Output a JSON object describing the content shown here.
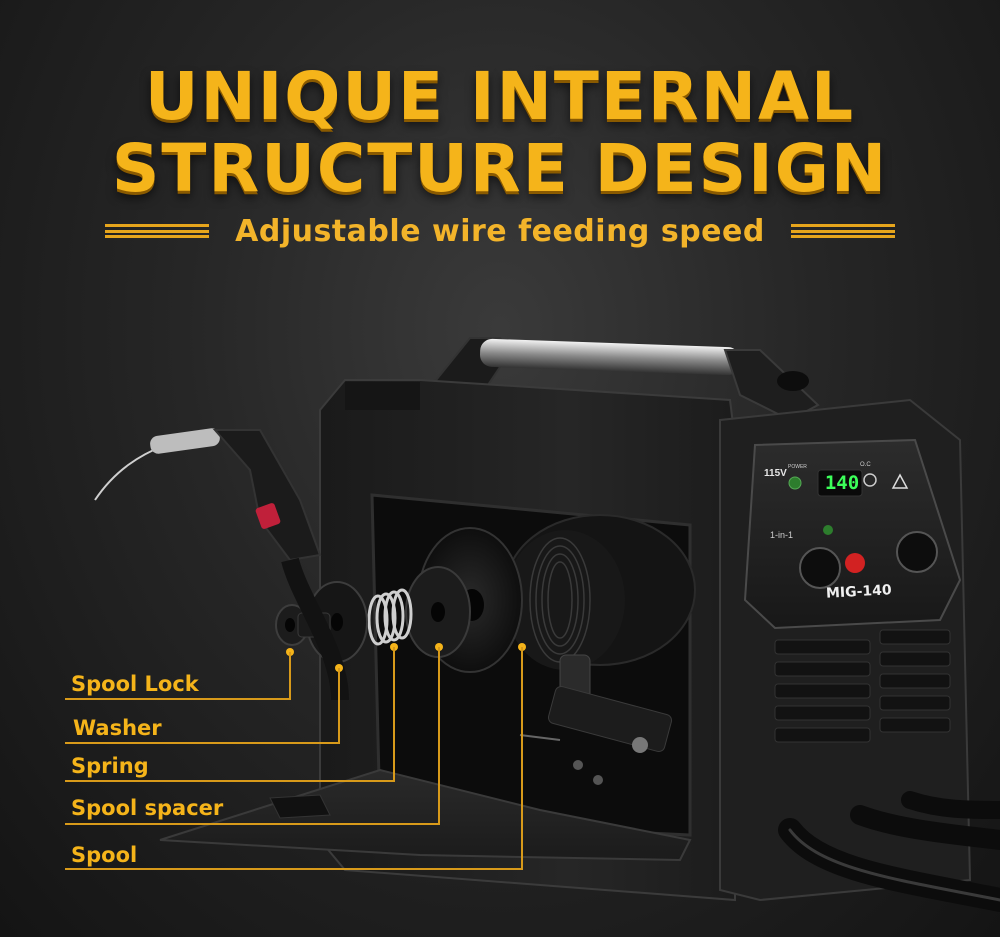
{
  "banner": {
    "title_line1": "UNIQUE INTERNAL",
    "title_line2": "STRUCTURE DESIGN",
    "subtitle": "Adjustable wire feeding speed"
  },
  "colors": {
    "accent": "#f5b41a",
    "background": "#262626",
    "machine": "#222222",
    "led_display": "#3cff5a"
  },
  "machine": {
    "model": "MIG-140",
    "voltage": "115V",
    "display_value": "140",
    "mode_label": "1-in-1",
    "power_label": "POWER",
    "oc_label": "O.C"
  },
  "callouts": [
    {
      "label": "Spool Lock"
    },
    {
      "label": "Washer"
    },
    {
      "label": "Spring"
    },
    {
      "label": "Spool spacer"
    },
    {
      "label": "Spool"
    }
  ]
}
